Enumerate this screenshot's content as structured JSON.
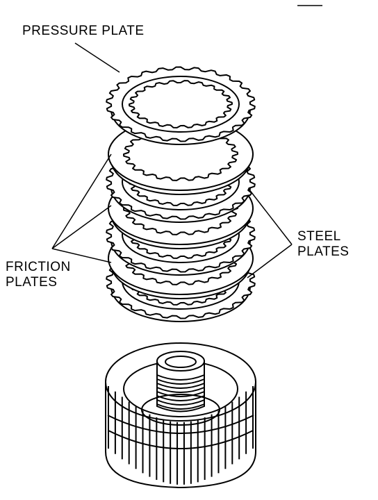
{
  "labels": {
    "pressure_plate": "PRESSURE PLATE",
    "friction_plates_line1": "FRICTION",
    "friction_plates_line2": "PLATES",
    "steel_plates_line1": "STEEL",
    "steel_plates_line2": "PLATES"
  },
  "colors": {
    "ink": "#000000",
    "paper": "#ffffff"
  }
}
